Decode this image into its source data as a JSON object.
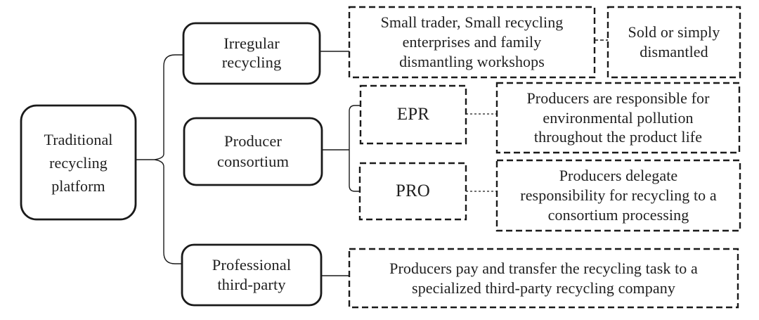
{
  "colors": {
    "line": "#1a1a1a",
    "text": "#1f1f1f",
    "background": "#ffffff"
  },
  "root": {
    "label": "Traditional\nrecycling\nplatform"
  },
  "branches": [
    {
      "label": "Irregular\nrecycling",
      "outcome": "Small trader, Small recycling\nenterprises and family\ndismantling workshops",
      "result": "Sold or simply\ndismantled"
    },
    {
      "label": "Producer\nconsortium",
      "children": [
        {
          "label": "EPR",
          "description": "Producers are responsible for\nenvironmental pollution\nthroughout the product life"
        },
        {
          "label": "PRO",
          "description": "Producers delegate\nresponsibility for recycling to a\nconsortium processing"
        }
      ]
    },
    {
      "label": "Professional\nthird-party",
      "description": "Producers pay and transfer the recycling task to a\nspecialized third-party recycling company"
    }
  ]
}
